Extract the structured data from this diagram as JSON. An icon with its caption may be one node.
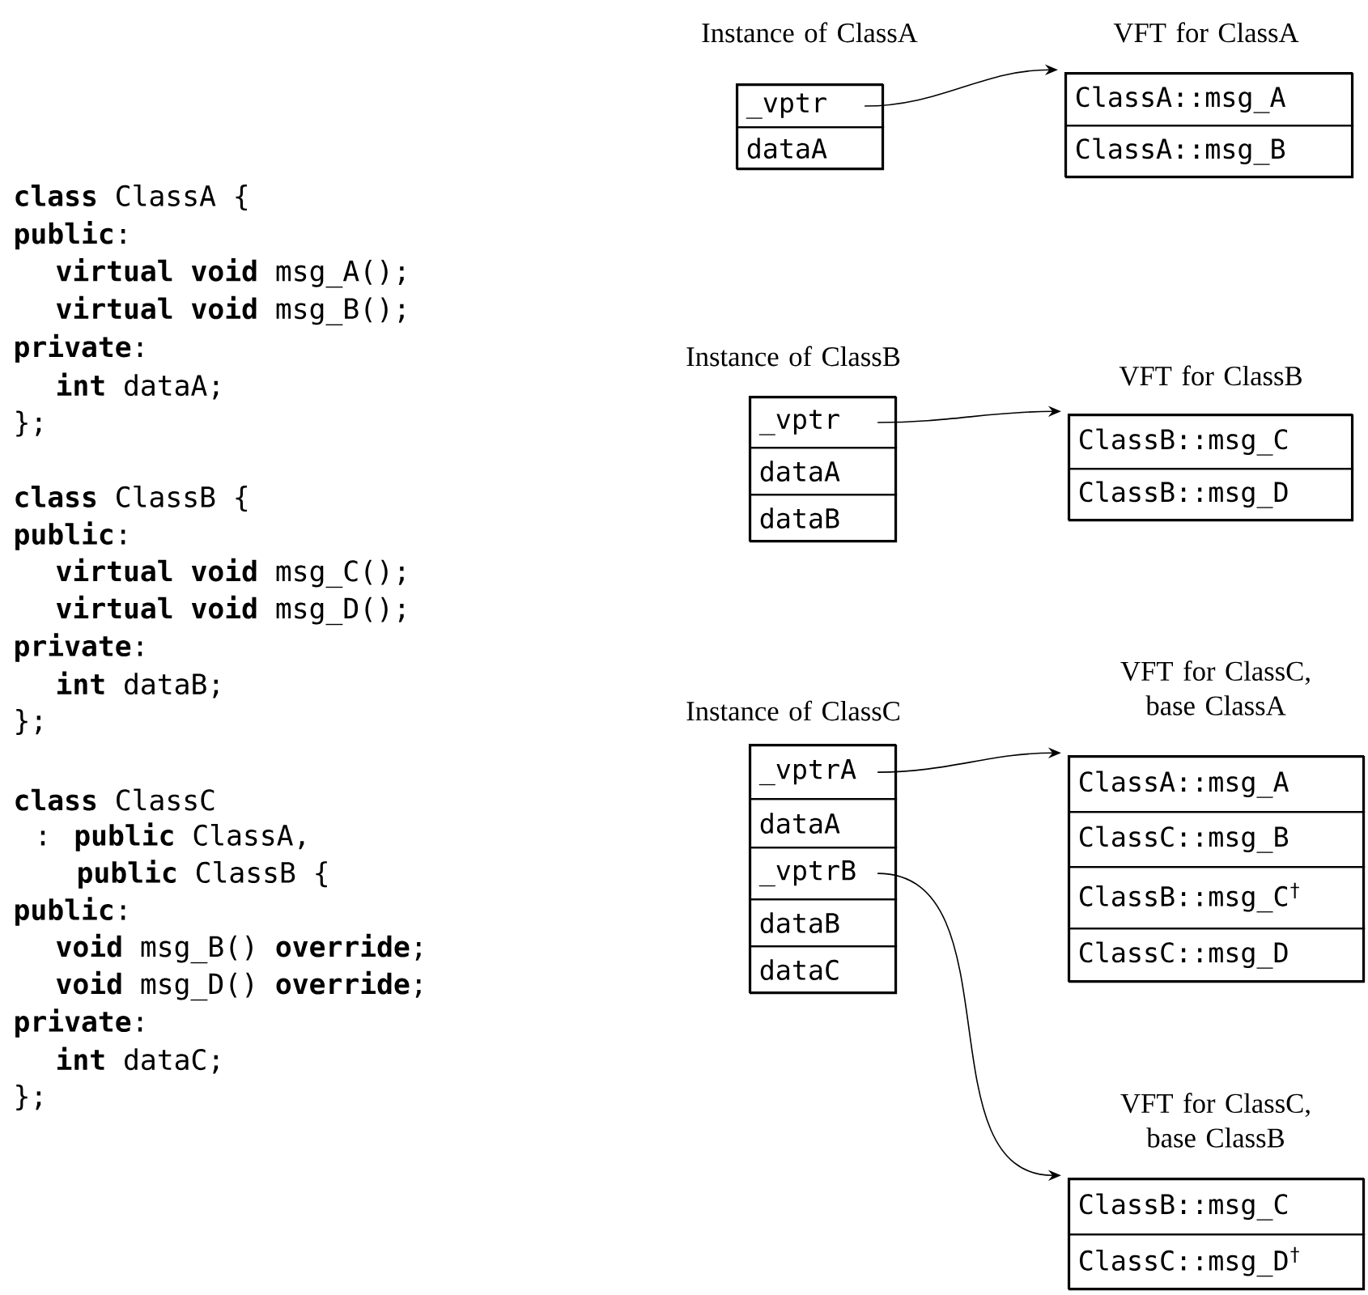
{
  "diagram": {
    "nodes": [
      {
        "text": [
          "Instance of ClassA"
        ]
      },
      {
        "text": [
          "_vptr"
        ],
        "in": 0
      },
      {
        "text": [
          "dataA"
        ],
        "in": 0
      },
      {
        "text": [
          "VFT for ClassA"
        ]
      },
      {
        "text": [
          "ClassA::msg_A"
        ],
        "in": 3
      },
      {
        "text": [
          "ClassA::msg_B"
        ],
        "in": 3
      },
      {
        "text": [
          "Instance of ClassB"
        ]
      },
      {
        "text": [
          "_vptr"
        ],
        "in": 6
      },
      {
        "text": [
          "dataA"
        ],
        "in": 6
      },
      {
        "text": [
          "dataB"
        ],
        "in": 6
      },
      {
        "text": [
          "VFT for ClassB"
        ]
      },
      {
        "text": [
          "ClassB::msg_C"
        ],
        "in": 10
      },
      {
        "text": [
          "ClassB::msg_D"
        ],
        "in": 10
      },
      {
        "text": [
          "Instance of ClassC"
        ]
      },
      {
        "text": [
          "_vptrA"
        ],
        "in": 13
      },
      {
        "text": [
          "dataA"
        ],
        "in": 13
      },
      {
        "text": [
          "_vptrB"
        ],
        "in": 13
      },
      {
        "text": [
          "dataB"
        ],
        "in": 13
      },
      {
        "text": [
          "dataC"
        ],
        "in": 13
      },
      {
        "text": [
          "VFT for ClassC, base ClassA"
        ]
      },
      {
        "text": [
          "ClassA::msg_A"
        ],
        "in": 19
      },
      {
        "text": [
          "ClassC::msg_B"
        ],
        "in": 19
      },
      {
        "text": [
          "ClassB::msg_C$^{†}$"
        ],
        "in": 19
      },
      {
        "text": [
          "ClassC::msg_D"
        ],
        "in": 19
      },
      {
        "text": [
          "VFT for ClassC, base ClassB"
        ]
      },
      {
        "text": [
          "ClassB::msg_C"
        ],
        "in": 24
      },
      {
        "text": [
          "ClassC::msg_D$^{†}$"
        ],
        "in": 24
      }
    ],
    "edges": [
      {
        "from": 1,
        "to": 3,
        "arrow": "to"
      },
      {
        "from": 7,
        "to": 10,
        "arrow": "to"
      },
      {
        "from": 14,
        "to": 19,
        "arrow": "to"
      },
      {
        "from": 16,
        "to": 24,
        "arrow": "to"
      }
    ],
    "labels": [
      "**class** ClassA {",
      "**public**:",
      "**virtual void** msg_A();",
      "**virtual void** msg_B();",
      "**private**:",
      "**int** dataA;",
      "};",
      "**class** ClassB {",
      "**public**:",
      "**virtual void** msg_C();",
      "**virtual void** msg_D();",
      "**private**:",
      "**int** dataB;",
      "};",
      "**class** ClassC",
      ": **public** ClassA,",
      "**public** ClassB {",
      "**public**:",
      "**void** msg_B() **override**;",
      "**void** msg_D() **override**;",
      "**private**:",
      "**int** dataC;",
      "};"
    ]
  }
}
